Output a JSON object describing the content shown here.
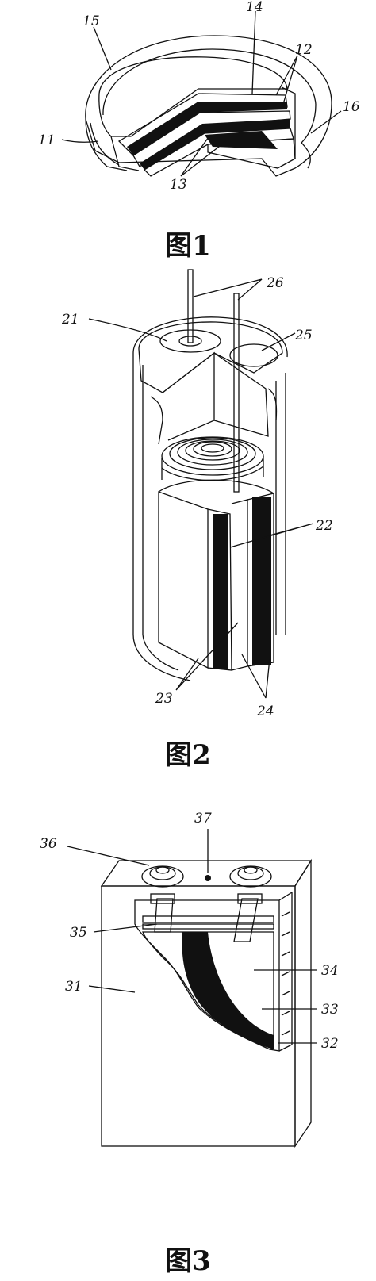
{
  "figures": [
    {
      "caption": "图1",
      "labels": {
        "l11": "11",
        "l12": "12",
        "l13": "13",
        "l14": "14",
        "l15": "15",
        "l16": "16"
      }
    },
    {
      "caption": "图2",
      "labels": {
        "l21": "21",
        "l22": "22",
        "l23": "23",
        "l24": "24",
        "l25": "25",
        "l26": "26"
      }
    },
    {
      "caption": "图3",
      "labels": {
        "l31": "31",
        "l32": "32",
        "l33": "33",
        "l34": "34",
        "l35": "35",
        "l36": "36",
        "l37": "37"
      }
    }
  ]
}
